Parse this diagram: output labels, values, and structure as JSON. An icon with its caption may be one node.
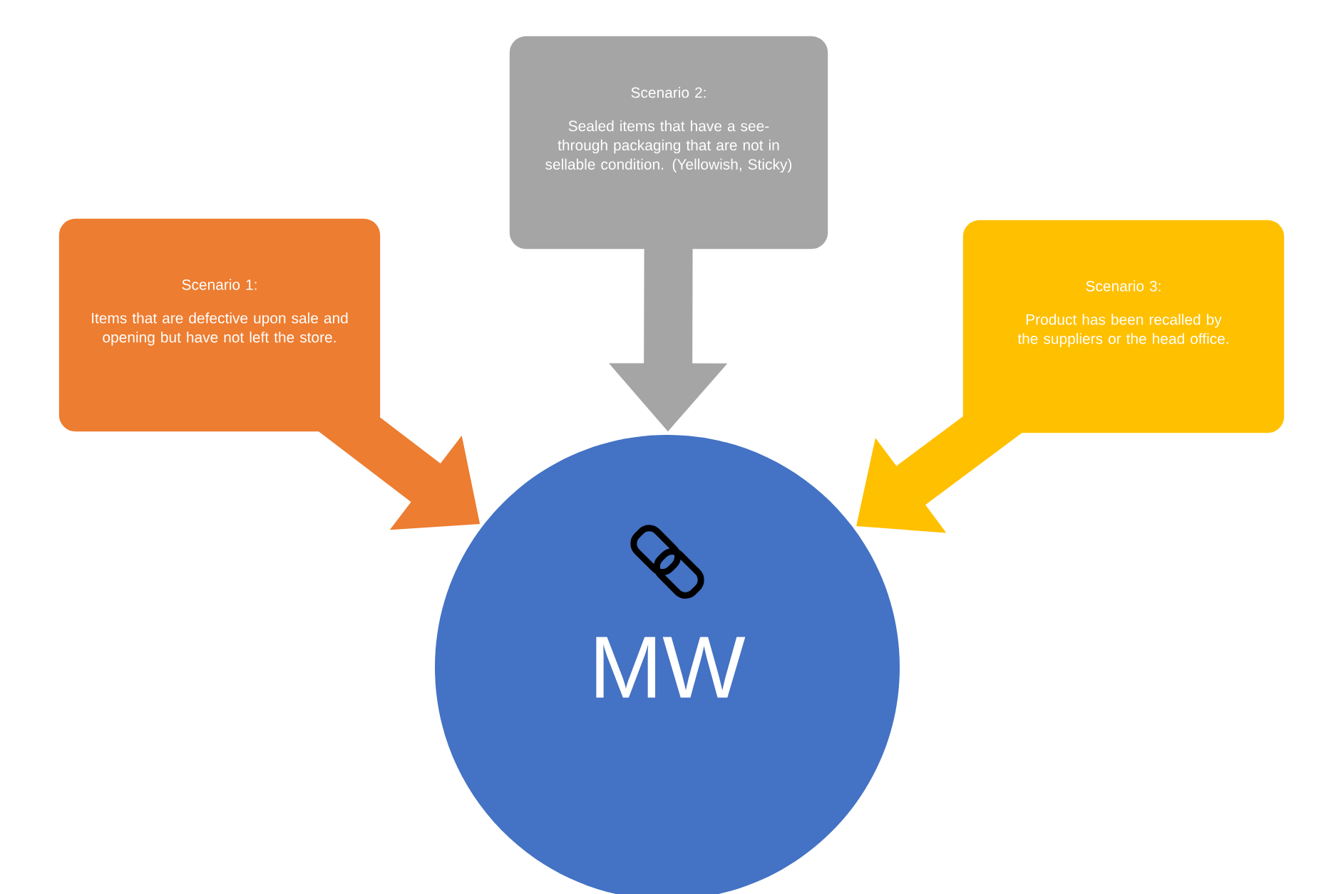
{
  "diagram": {
    "nodes": [
      {
        "text": [
          "Scenario 1:",
          "Items that are defective upon sale and opening but have not left the store."
        ]
      },
      {
        "text": [
          "Scenario 2:",
          "Sealed items that have a see-through packaging that are not in sellable condition. (Yellowish, Sticky)"
        ]
      },
      {
        "text": [
          "Scenario 3:",
          "Product has been recalled by the suppliers or the head office."
        ]
      },
      {
        "text": [
          "MW"
        ]
      }
    ],
    "edges": [
      {
        "from": 0,
        "to": 3,
        "arrow": "to",
        "color": "#ed7d31"
      },
      {
        "from": 1,
        "to": 3,
        "arrow": "to",
        "color": "#a5a5a5"
      },
      {
        "from": 2,
        "to": 3,
        "arrow": "to",
        "color": "#ffc000"
      }
    ]
  }
}
